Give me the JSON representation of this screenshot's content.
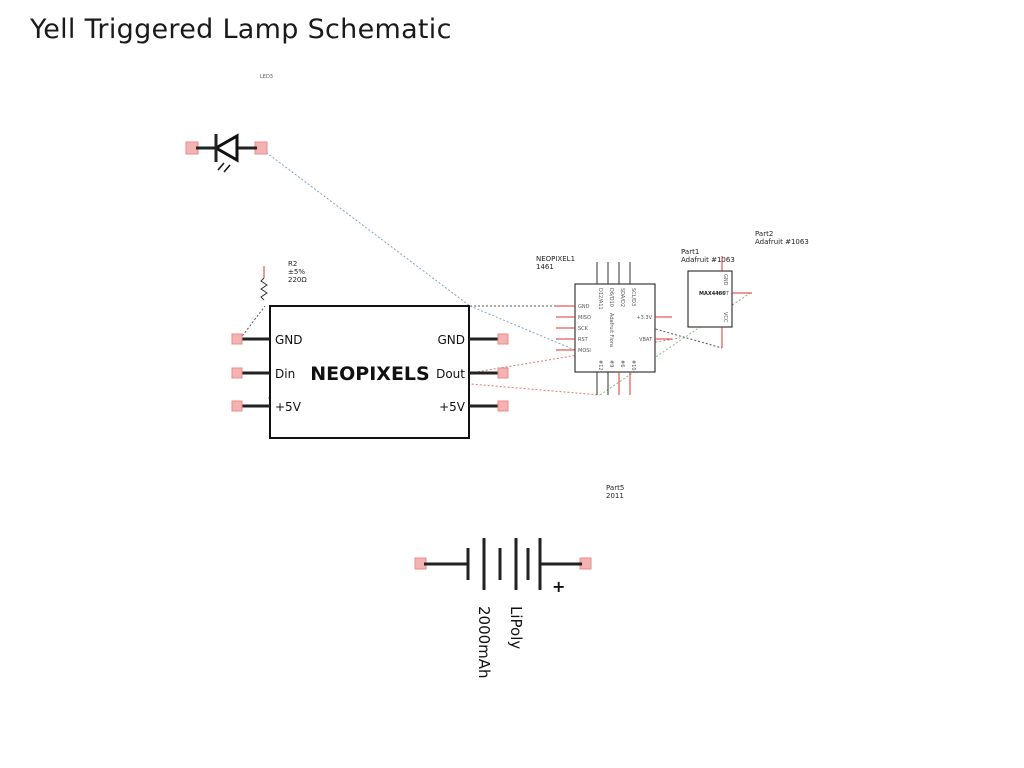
{
  "title": "Yell Triggered Lamp Schematic",
  "led": {
    "ref": "LED3"
  },
  "resistor": {
    "ref": "R2",
    "tolerance": "±5%",
    "value": "220Ω"
  },
  "neopixels": {
    "name": "NEOPIXELS",
    "left_pins": [
      "GND",
      "Din",
      "+5V"
    ],
    "right_pins": [
      "GND",
      "Dout",
      "+5V"
    ]
  },
  "feather": {
    "ref": "NEOPIXEL1",
    "part": "1461",
    "body_label": "Adafruit Flora",
    "left_pins": [
      "GND",
      "MISO",
      "SCK",
      "RST",
      "MOSI"
    ],
    "right_pins": [
      "+3.3V",
      "VBAT"
    ],
    "top_pins": [
      "D12/A11",
      "D6/D10",
      "SDA/D2",
      "SCL/D3"
    ],
    "bottom_pins": [
      "#12",
      "#9",
      "#6",
      "#10"
    ]
  },
  "mic": {
    "ref": "Part1",
    "part": "Adafruit #1063",
    "chip": "MAX4466",
    "pins": [
      "GND",
      "OUT",
      "VCC"
    ]
  },
  "part2": {
    "ref": "Part2",
    "part": "Adafruit #1063"
  },
  "battery": {
    "ref": "Part5",
    "part": "2011",
    "type": "LiPoly",
    "capacity": "2000mAh",
    "plus": "+"
  }
}
